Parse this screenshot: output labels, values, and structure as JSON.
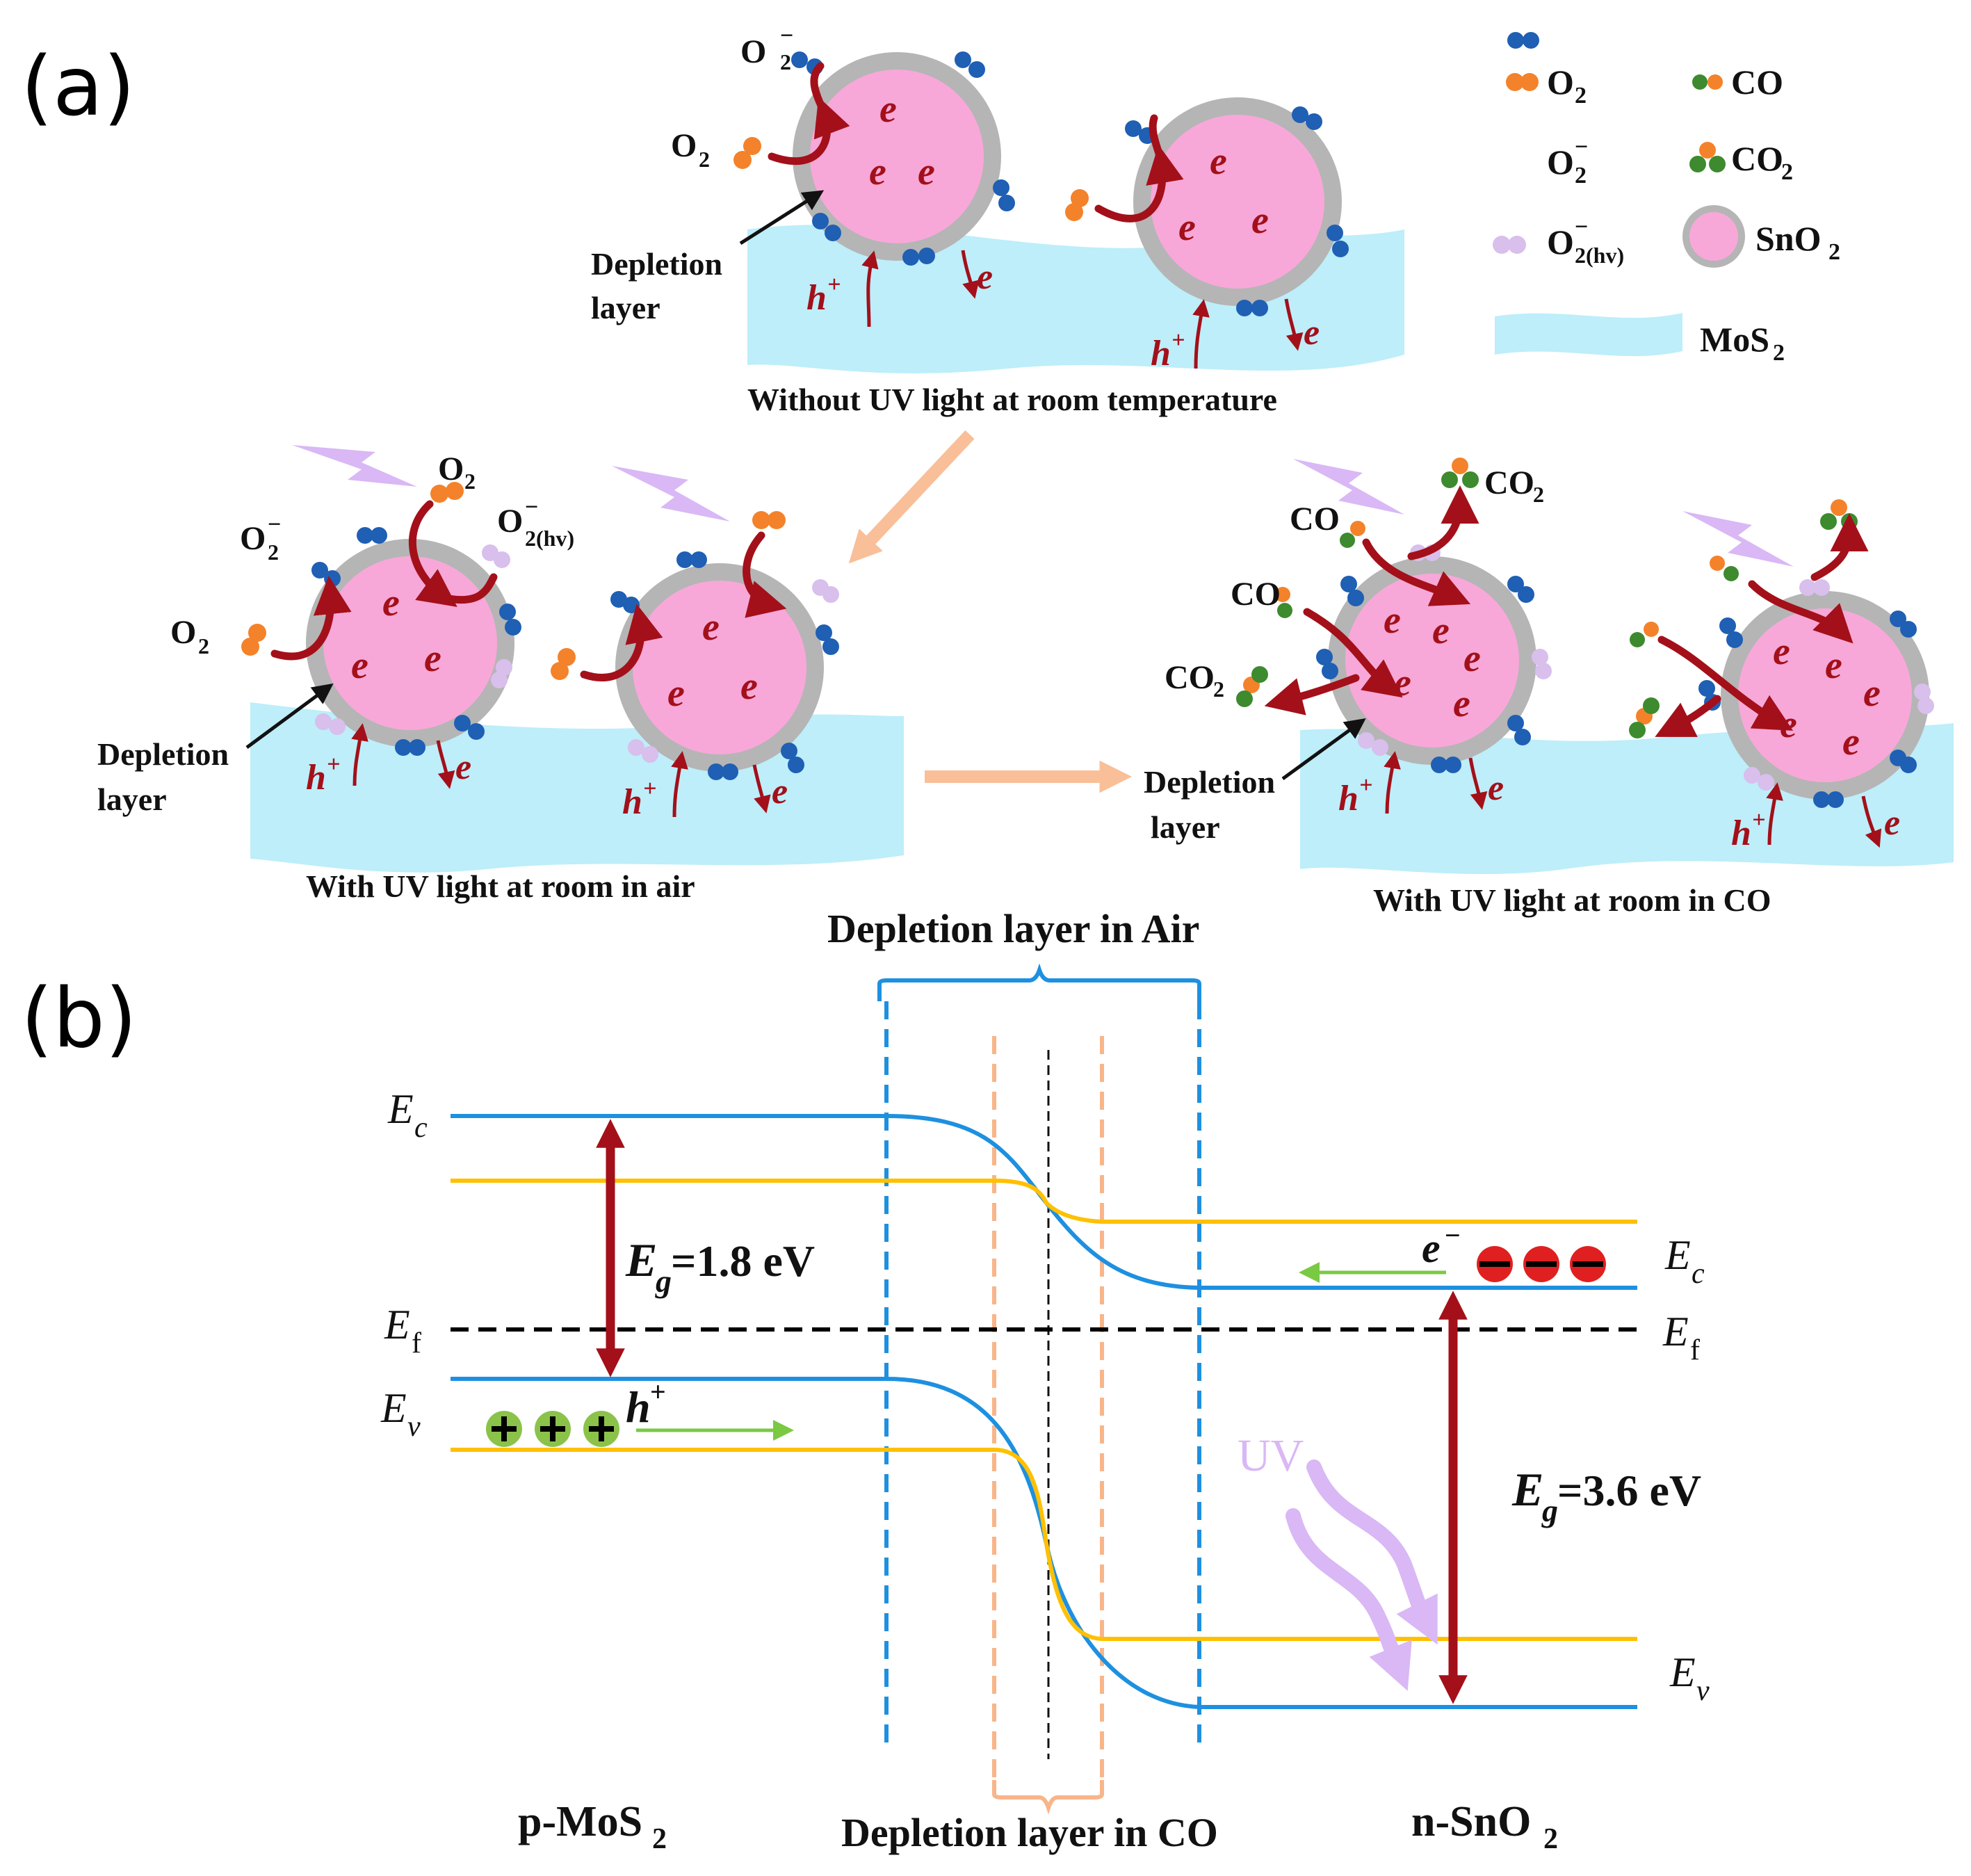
{
  "panel_a": {
    "label": "(a)",
    "cap_top": "Without UV light at room temperature",
    "cap_left": "With UV light at room in air",
    "cap_right": "With UV light at room in CO",
    "depletion1": "Depletion",
    "depletion2": "layer",
    "e": "e",
    "h": "h",
    "o2": "O",
    "co": "CO",
    "co2": "CO",
    "legend": {
      "o2": "O",
      "o2_minus": "O",
      "o2_hv": "O",
      "co": "CO",
      "co2": "CO",
      "sno2": "SnO",
      "mos2": "MoS"
    },
    "colors": {
      "o2": "#f4822a",
      "o2_minus": "#1f5fb4",
      "o2_hv": "#d8bfec",
      "co_green": "#3d8a2f",
      "co_orange": "#f4822a",
      "sno2_core": "#f7a8d8",
      "sno2_shell": "#b5b5b5",
      "mos2": "#bdeefa",
      "arrow_red": "#a3101a",
      "process_arrow": "#f9bf98",
      "uv": "#d9b8f5"
    }
  },
  "panel_b": {
    "label": "(b)",
    "top_label": "Depletion layer in Air",
    "bottom_label": "Depletion layer in CO",
    "left_material": "p-MoS",
    "right_material": "n-SnO",
    "Ec": "E",
    "Ef": "E",
    "Ev": "E",
    "eg_left": "=1.8 eV",
    "eg_right": "=3.6 eV",
    "uv": "UV",
    "e_label": "e",
    "h_label": "h",
    "colors": {
      "air_band": "#1e90e0",
      "co_band": "#ffc000",
      "fermi": "#000000",
      "gap_arrow": "#a3101a",
      "carrier_arrow": "#7ac943",
      "air_bracket": "#1e90e0",
      "co_bracket": "#f9b58a"
    }
  }
}
